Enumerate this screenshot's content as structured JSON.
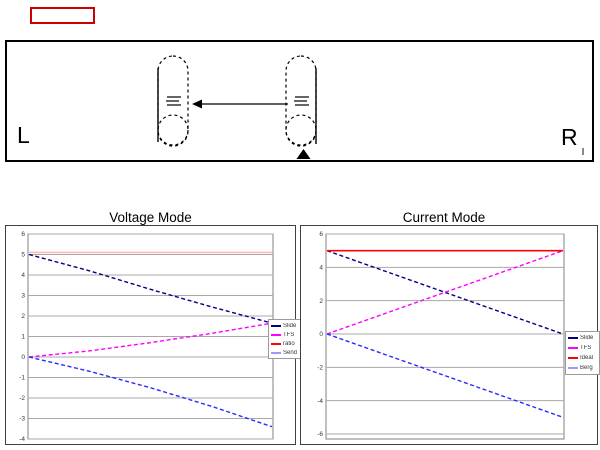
{
  "annotation": {
    "red_box_color": "#cc0000"
  },
  "diagram": {
    "left_label": "L",
    "right_label": "R",
    "right_label_sub": "I",
    "parts": [
      "left-fader-belt",
      "left-fader-knob",
      "left-pulley",
      "right-fader-belt",
      "right-fader-knob",
      "right-pulley",
      "left-pointing-arrow",
      "position-marker-triangle"
    ]
  },
  "chart_data": [
    {
      "type": "line",
      "title": "Voltage Mode",
      "x": [
        0,
        0.25,
        0.5,
        0.75,
        1
      ],
      "series": [
        {
          "name": "Slide",
          "color": "#000080",
          "legend_color": "#000080",
          "style": "dashed",
          "values": [
            5.0,
            4.2,
            3.3,
            2.45,
            1.65
          ]
        },
        {
          "name": "TFS",
          "color": "#ff00ff",
          "legend_color": "#ff00ff",
          "style": "dashed",
          "values": [
            0,
            0.3,
            0.7,
            1.15,
            1.65
          ]
        },
        {
          "name": "ratio",
          "color": "#ffb9b9",
          "legend_color": "#ff0000",
          "style": "solid",
          "values": [
            5.1,
            5.1,
            5.1,
            5.1,
            5.1
          ]
        },
        {
          "name": "Send",
          "color": "#2a2aff",
          "legend_color": "#9999ff",
          "style": "dashed",
          "values": [
            0,
            -0.7,
            -1.5,
            -2.4,
            -3.4
          ]
        }
      ],
      "ylim": [
        -4,
        6
      ],
      "yticks": [
        6,
        5,
        4,
        3,
        2,
        1,
        0,
        -1,
        -2,
        -3,
        -4
      ],
      "xticks": [],
      "grid": "horizontal",
      "legend_position": "right"
    },
    {
      "type": "line",
      "title": "Current Mode",
      "x": [
        0,
        1
      ],
      "series": [
        {
          "name": "Slide",
          "color": "#000080",
          "legend_color": "#000080",
          "style": "dashed",
          "values": [
            5,
            0
          ]
        },
        {
          "name": "TFS",
          "color": "#ff00ff",
          "legend_color": "#ff00ff",
          "style": "dashed",
          "values": [
            0,
            5
          ]
        },
        {
          "name": "Ideal",
          "color": "#ff0000",
          "legend_color": "#ff0000",
          "style": "solid",
          "values": [
            5,
            5
          ]
        },
        {
          "name": "Berg",
          "color": "#2a2aff",
          "legend_color": "#9999ff",
          "style": "dashed",
          "values": [
            0,
            -5
          ]
        }
      ],
      "ylim": [
        -6,
        6
      ],
      "yticks": [
        6,
        4,
        2,
        0,
        -2,
        -4,
        -6
      ],
      "xticks": [],
      "grid": "horizontal",
      "legend_position": "right"
    }
  ]
}
